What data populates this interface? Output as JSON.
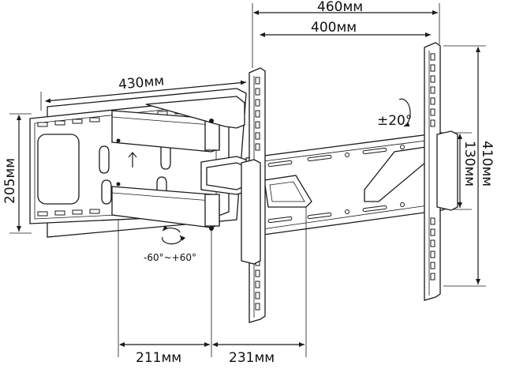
{
  "dimensions": {
    "overall_width": "460мм",
    "vesa_width": "400мм",
    "wall_plate_width": "430мм",
    "wall_plate_height": "205мм",
    "vesa_height": "410мм",
    "mount_height": "130мм",
    "arm_depth_min": "211мм",
    "arm_depth_max": "231мм"
  },
  "rotation": {
    "tilt": "±20°",
    "swivel": "-60°~+60°"
  },
  "colors": {
    "line": "#1a1a1a",
    "background": "#ffffff"
  }
}
